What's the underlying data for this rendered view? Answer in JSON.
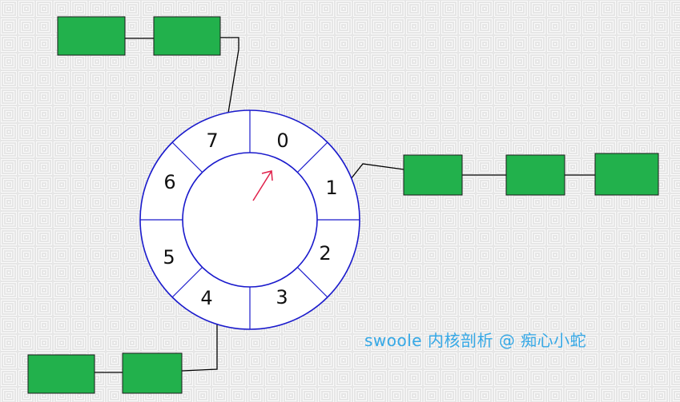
{
  "diagram": {
    "wheel_slots": [
      "0",
      "1",
      "2",
      "3",
      "4",
      "5",
      "6",
      "7"
    ],
    "chains": [
      {
        "slot": "7",
        "node_count": 2
      },
      {
        "slot": "1",
        "node_count": 3
      },
      {
        "slot": "4",
        "node_count": 2
      }
    ],
    "colors": {
      "node_fill": "#22b14c",
      "ring": "#1a1acc",
      "pointer": "#e0204a",
      "watermark": "#35a8e6"
    }
  },
  "watermark": "swoole 内核剖析 @ 痴心小蛇"
}
